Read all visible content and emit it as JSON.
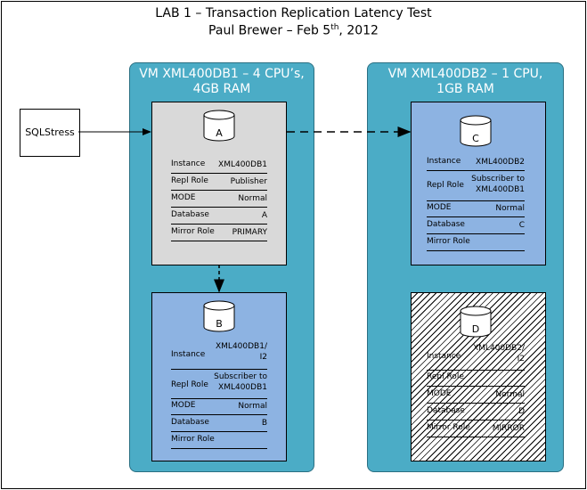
{
  "title": {
    "line1": "LAB 1 – Transaction Replication Latency Test",
    "line2_prefix": "Paul Brewer – Feb 5",
    "line2_sup": "th",
    "line2_suffix": ", 2012"
  },
  "vm1": {
    "title": "VM XML400DB1 – 4 CPU’s,\n4GB RAM"
  },
  "vm2": {
    "title": "VM XML400DB2 – 1 CPU,\n1GB RAM"
  },
  "sqlstress": "SQLStress",
  "server_a": {
    "db": "A",
    "rows": [
      {
        "k": "Instance",
        "v": "XML400DB1"
      },
      {
        "k": "Repl Role",
        "v": "Publisher"
      },
      {
        "k": "MODE",
        "v": "Normal"
      },
      {
        "k": "Database",
        "v": "A"
      },
      {
        "k": "Mirror Role",
        "v": "PRIMARY"
      }
    ]
  },
  "server_b": {
    "db": "B",
    "rows": [
      {
        "k": "Instance",
        "v": "XML400DB1/\nI2"
      },
      {
        "k": "Repl Role",
        "v": "Subscriber to\nXML400DB1"
      },
      {
        "k": "MODE",
        "v": "Normal"
      },
      {
        "k": "Database",
        "v": "B"
      },
      {
        "k": "Mirror Role",
        "v": ""
      }
    ]
  },
  "server_c": {
    "db": "C",
    "rows": [
      {
        "k": "Instance",
        "v": "XML400DB2"
      },
      {
        "k": "Repl Role",
        "v": "Subscriber to\nXML400DB1"
      },
      {
        "k": "MODE",
        "v": "Normal"
      },
      {
        "k": "Database",
        "v": "C"
      },
      {
        "k": "Mirror Role",
        "v": ""
      }
    ]
  },
  "server_d": {
    "db": "D",
    "rows": [
      {
        "k": "Instance",
        "v": "XML400DB2/\nI2"
      },
      {
        "k": "Repl Role",
        "v": ""
      },
      {
        "k": "MODE",
        "v": "Normal"
      },
      {
        "k": "Database",
        "v": "D"
      },
      {
        "k": "Mirror Role",
        "v": "MIRROR"
      }
    ]
  }
}
